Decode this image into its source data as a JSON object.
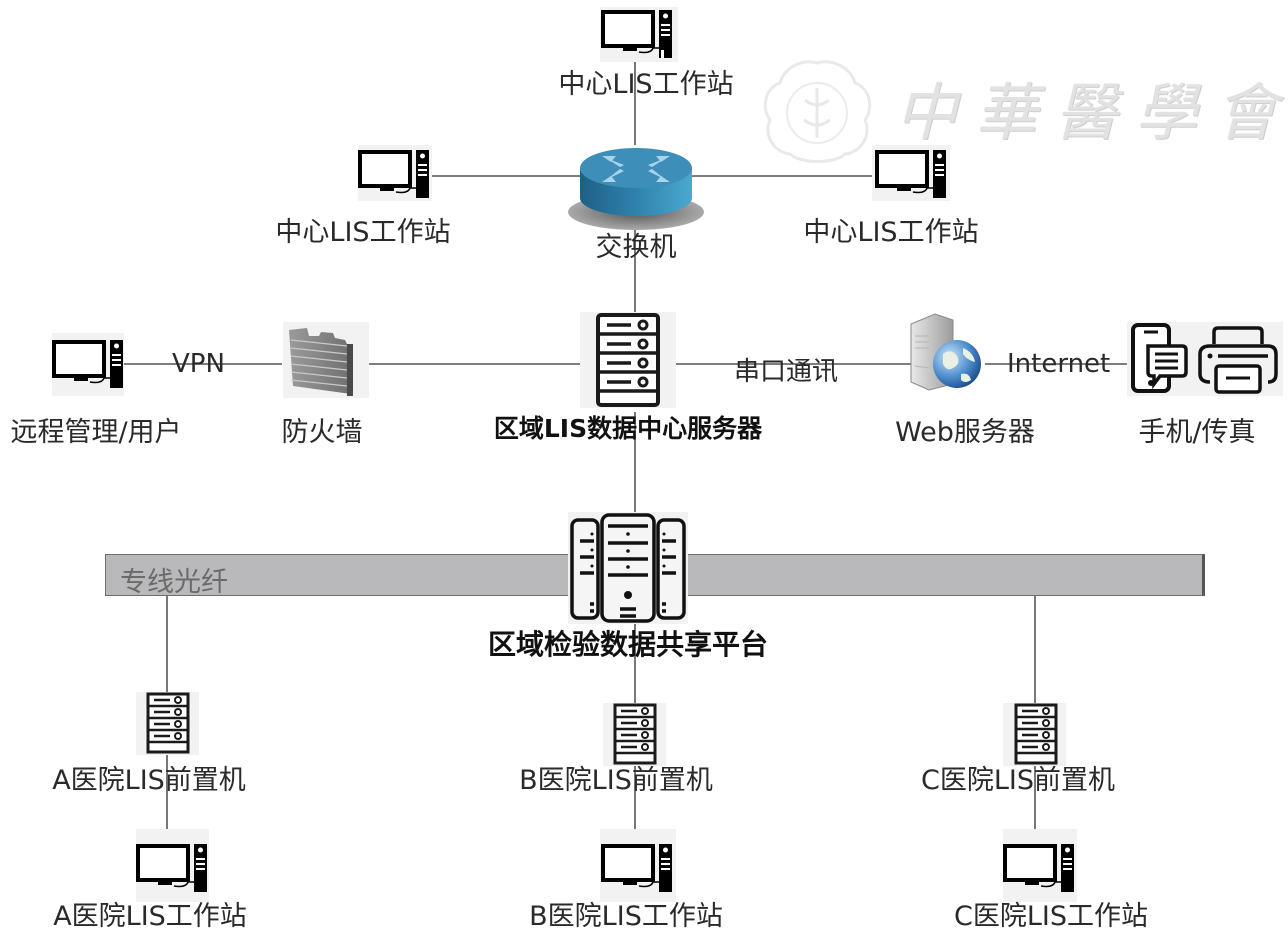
{
  "diagram": {
    "watermark": {
      "text": "中華醫學會",
      "emblem": "medical-association-seal"
    },
    "nodes": {
      "center_ws_top": {
        "label": "中心LIS工作站",
        "icon": "desktop-computer-icon"
      },
      "center_ws_left": {
        "label": "中心LIS工作站",
        "icon": "desktop-computer-icon"
      },
      "center_ws_right": {
        "label": "中心LIS工作站",
        "icon": "desktop-computer-icon"
      },
      "switch": {
        "label": "交换机",
        "icon": "network-switch-icon"
      },
      "remote_user": {
        "label": "远程管理/用户",
        "icon": "desktop-computer-icon"
      },
      "firewall": {
        "label": "防火墙",
        "icon": "brick-wall-firewall-icon"
      },
      "data_center": {
        "label": "区域LIS数据中心服务器",
        "icon": "server-rack-icon"
      },
      "web_server": {
        "label": "Web服务器",
        "icon": "web-server-globe-icon"
      },
      "mobile_fax": {
        "label": "手机/传真",
        "icon": "phone-and-printer-icon"
      },
      "platform": {
        "label": "区域检验数据共享平台",
        "icon": "server-cluster-icon"
      },
      "a_front": {
        "label": "A医院LIS前置机",
        "icon": "server-rack-icon"
      },
      "b_front": {
        "label": "B医院LIS前置机",
        "icon": "server-rack-icon"
      },
      "c_front": {
        "label": "C医院LIS前置机",
        "icon": "server-rack-icon"
      },
      "a_ws": {
        "label": "A医院LIS工作站",
        "icon": "desktop-computer-icon"
      },
      "b_ws": {
        "label": "B医院LIS工作站",
        "icon": "desktop-computer-icon"
      },
      "c_ws": {
        "label": "C医院LIS工作站",
        "icon": "desktop-computer-icon"
      }
    },
    "edges": {
      "vpn": "VPN",
      "serial": "串口通讯",
      "internet": "Internet"
    },
    "backbone": {
      "label": "专线光纤"
    },
    "colors": {
      "line": "#555555",
      "bar_fill": "#b9b9bb",
      "switch_blue": "#3b8db5",
      "tile_bg": "#f2f2f2"
    }
  }
}
